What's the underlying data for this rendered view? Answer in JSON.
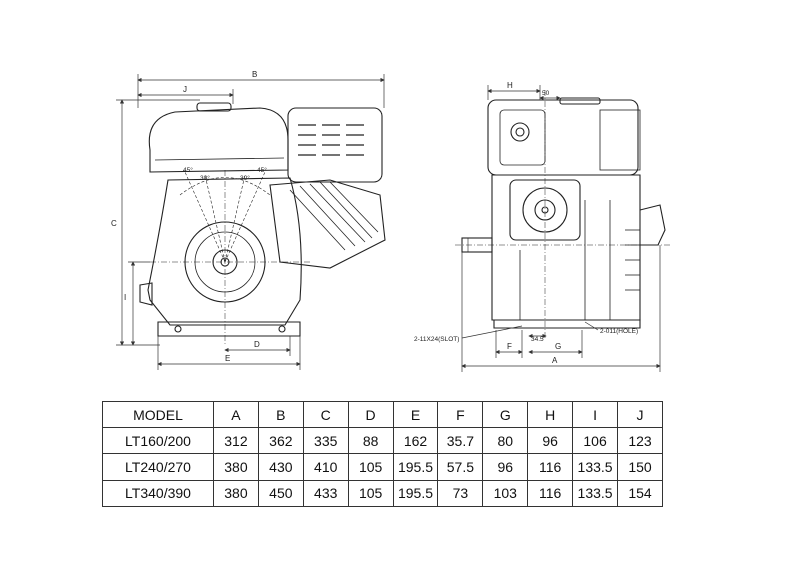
{
  "dimension_labels": {
    "A": "A",
    "B": "B",
    "C": "C",
    "D": "D",
    "E": "E",
    "F": "F",
    "G": "G",
    "H": "H",
    "I": "I",
    "J": "J"
  },
  "angle_labels": [
    "45°",
    "30°",
    "30°",
    "45°"
  ],
  "small_dims": {
    "h_offset": "50",
    "g_offset": "34.5"
  },
  "callouts": {
    "slot": "2-11X24(SLOT)",
    "hole": "2-011(HOLE)"
  },
  "table": {
    "headers": [
      "MODEL",
      "A",
      "B",
      "C",
      "D",
      "E",
      "F",
      "G",
      "H",
      "I",
      "J"
    ],
    "rows": [
      [
        "LT160/200",
        "312",
        "362",
        "335",
        "88",
        "162",
        "35.7",
        "80",
        "96",
        "106",
        "123"
      ],
      [
        "LT240/270",
        "380",
        "430",
        "410",
        "105",
        "195.5",
        "57.5",
        "96",
        "116",
        "133.5",
        "150"
      ],
      [
        "LT340/390",
        "380",
        "450",
        "433",
        "105",
        "195.5",
        "73",
        "103",
        "116",
        "133.5",
        "154"
      ]
    ]
  }
}
